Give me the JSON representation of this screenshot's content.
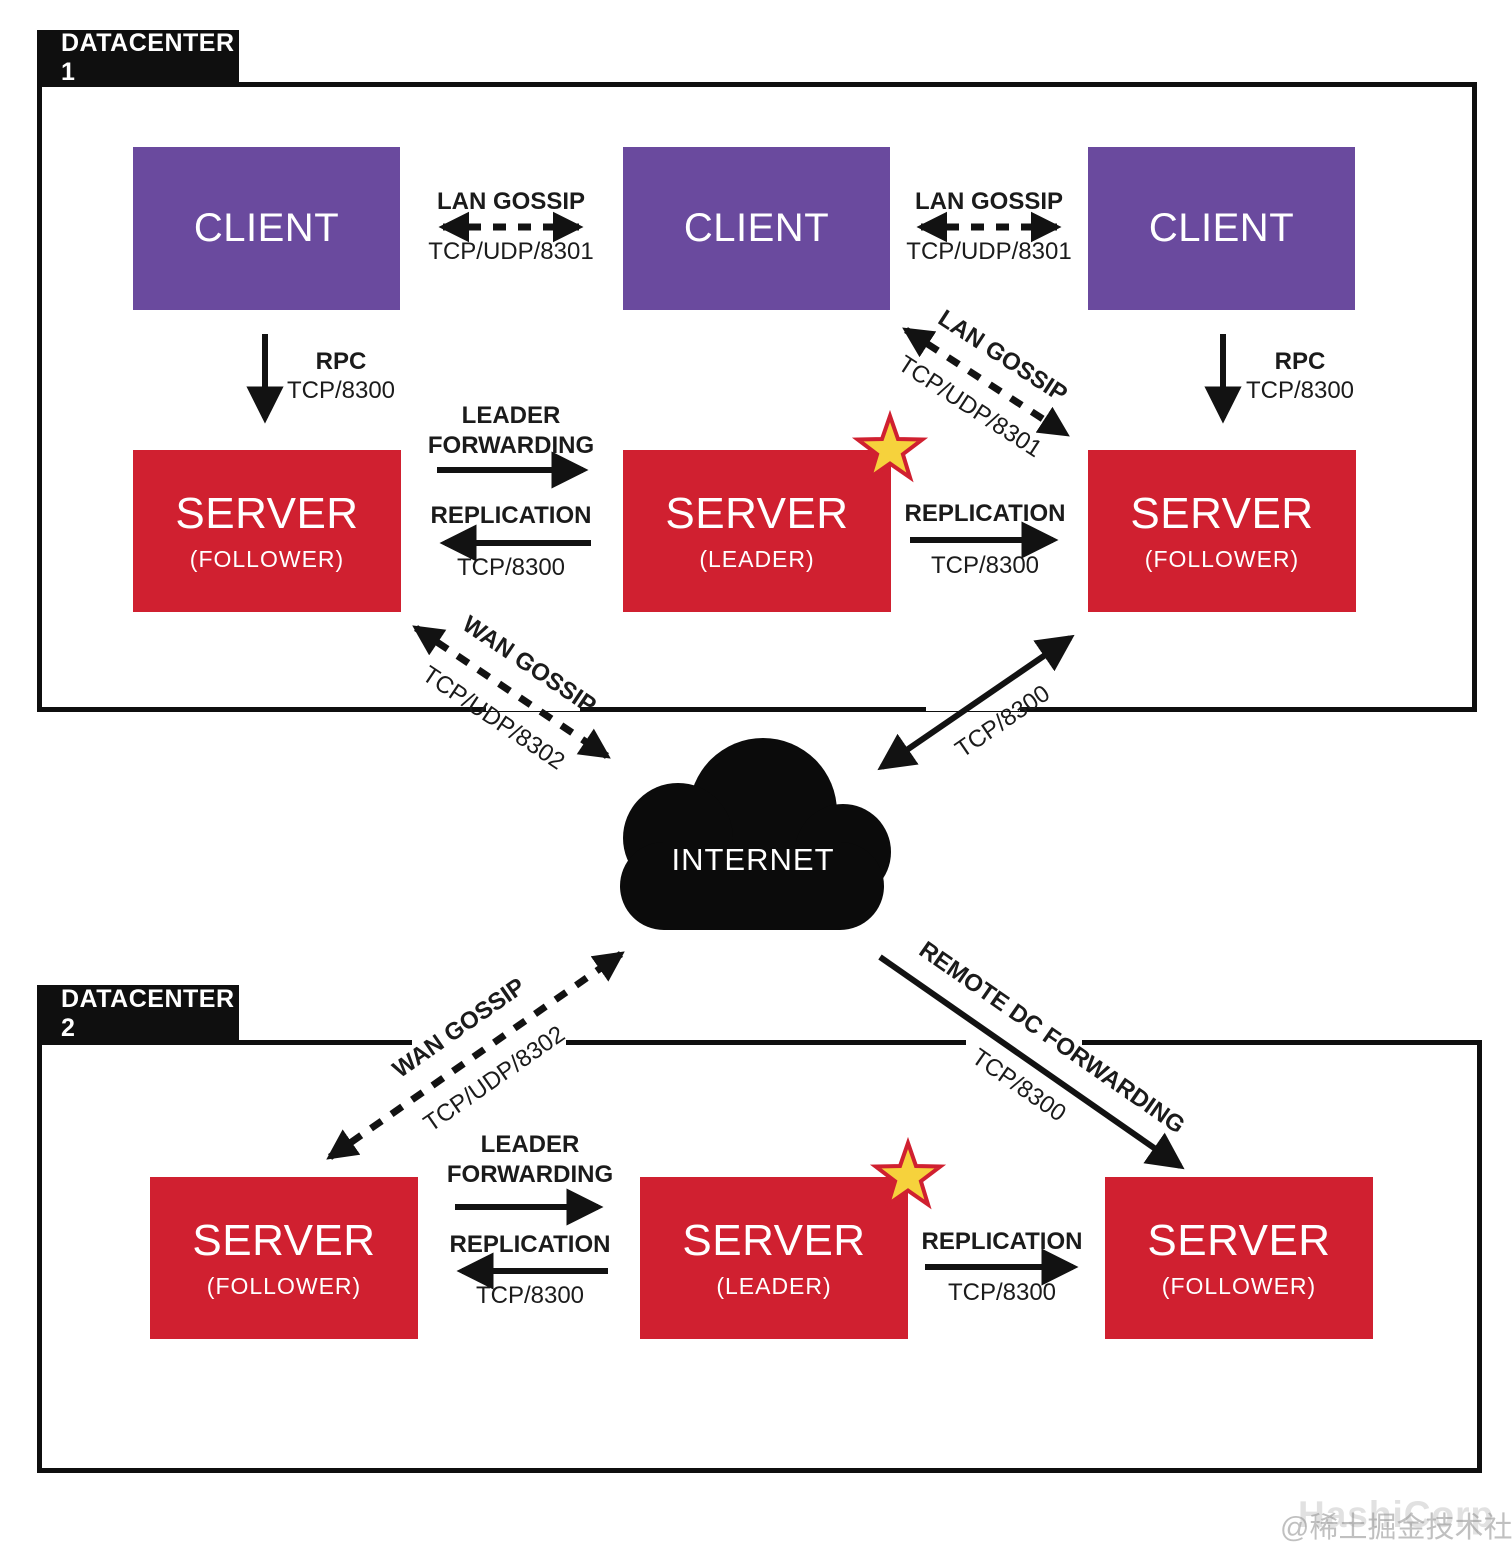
{
  "palette": {
    "client_purple": "#6a4a9e",
    "server_red": "#d02030",
    "ink_black": "#0f0f0f",
    "star_yellow": "#f6d23c"
  },
  "internet": {
    "label": "INTERNET"
  },
  "datacenter1": {
    "label": "DATACENTER 1",
    "clients": [
      {
        "title": "CLIENT"
      },
      {
        "title": "CLIENT"
      },
      {
        "title": "CLIENT"
      }
    ],
    "servers": [
      {
        "title": "SERVER",
        "subtitle": "(FOLLOWER)"
      },
      {
        "title": "SERVER",
        "subtitle": "(LEADER)"
      },
      {
        "title": "SERVER",
        "subtitle": "(FOLLOWER)"
      }
    ],
    "lan_gossip_1": {
      "label": "LAN GOSSIP",
      "port": "TCP/UDP/8301"
    },
    "lan_gossip_2": {
      "label": "LAN GOSSIP",
      "port": "TCP/UDP/8301"
    },
    "lan_gossip_diag": {
      "label": "LAN GOSSIP",
      "port": "TCP/UDP/8301"
    },
    "rpc_left": {
      "label": "RPC",
      "port": "TCP/8300"
    },
    "rpc_right": {
      "label": "RPC",
      "port": "TCP/8300"
    },
    "leader_forwarding": {
      "line1": "LEADER",
      "line2": "FORWARDING"
    },
    "replication_left": {
      "label": "REPLICATION",
      "port": "TCP/8300"
    },
    "replication_right": {
      "label": "REPLICATION",
      "port": "TCP/8300"
    }
  },
  "links": {
    "wan_gossip_dc1": {
      "label": "WAN GOSSIP",
      "port": "TCP/UDP/8302"
    },
    "tcp_link": {
      "label": "TCP/8300"
    },
    "wan_gossip_dc2": {
      "label": "WAN GOSSIP",
      "port": "TCP/UDP/8302"
    },
    "remote_dc_forwarding": {
      "label": "REMOTE DC FORWARDING",
      "port": "TCP/8300"
    }
  },
  "datacenter2": {
    "label": "DATACENTER 2",
    "servers": [
      {
        "title": "SERVER",
        "subtitle": "(FOLLOWER)"
      },
      {
        "title": "SERVER",
        "subtitle": "(LEADER)"
      },
      {
        "title": "SERVER",
        "subtitle": "(FOLLOWER)"
      }
    ],
    "leader_forwarding": {
      "line1": "LEADER",
      "line2": "FORWARDING"
    },
    "replication_left": {
      "label": "REPLICATION",
      "port": "TCP/8300"
    },
    "replication_right": {
      "label": "REPLICATION",
      "port": "TCP/8300"
    }
  },
  "watermark": {
    "logo_text": "HashiCorp",
    "text": "@稀土掘金技术社区"
  }
}
